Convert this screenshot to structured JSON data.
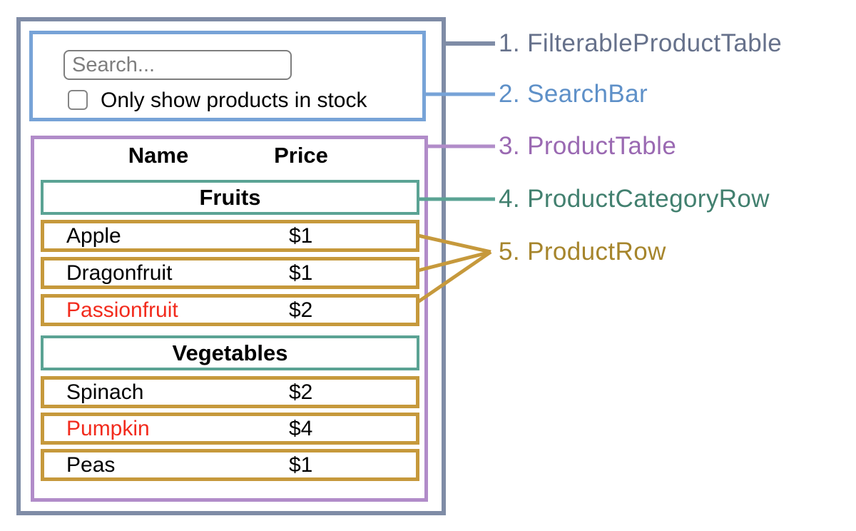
{
  "diagram": {
    "search_bar": {
      "search_placeholder": "Search...",
      "checkbox_label": "Only show products in stock",
      "checkbox_checked": false
    },
    "table": {
      "columns": [
        "Name",
        "Price"
      ],
      "sections": [
        {
          "category": "Fruits",
          "rows": [
            {
              "name": "Apple",
              "price": "$1"
            },
            {
              "name": "Dragonfruit",
              "price": "$1"
            },
            {
              "name": "Passionfruit",
              "price": "$2",
              "name_color": "#f22b1d"
            }
          ]
        },
        {
          "category": "Vegetables",
          "rows": [
            {
              "name": "Spinach",
              "price": "$2"
            },
            {
              "name": "Pumpkin",
              "price": "$4",
              "name_color": "#f22b1d"
            },
            {
              "name": "Peas",
              "price": "$1"
            }
          ]
        }
      ]
    }
  },
  "legend": {
    "items": [
      {
        "label": "1. FilterableProductTable",
        "color": "#66718b"
      },
      {
        "label": "2. SearchBar",
        "color": "#5e90c8"
      },
      {
        "label": "3. ProductTable",
        "color": "#9a69b2"
      },
      {
        "label": "4. ProductCategoryRow",
        "color": "#42806f"
      },
      {
        "label": "5. ProductRow",
        "color": "#a6852c"
      }
    ]
  },
  "colors": {
    "outer_border": "#7f8ca6",
    "search_border": "#77a3d7",
    "table_border": "#b18cc9",
    "category_border": "#5ba394",
    "row_border": "#c6993c",
    "out_of_stock_text": "#f22b1d",
    "input_gray": "#7e7e7e"
  }
}
